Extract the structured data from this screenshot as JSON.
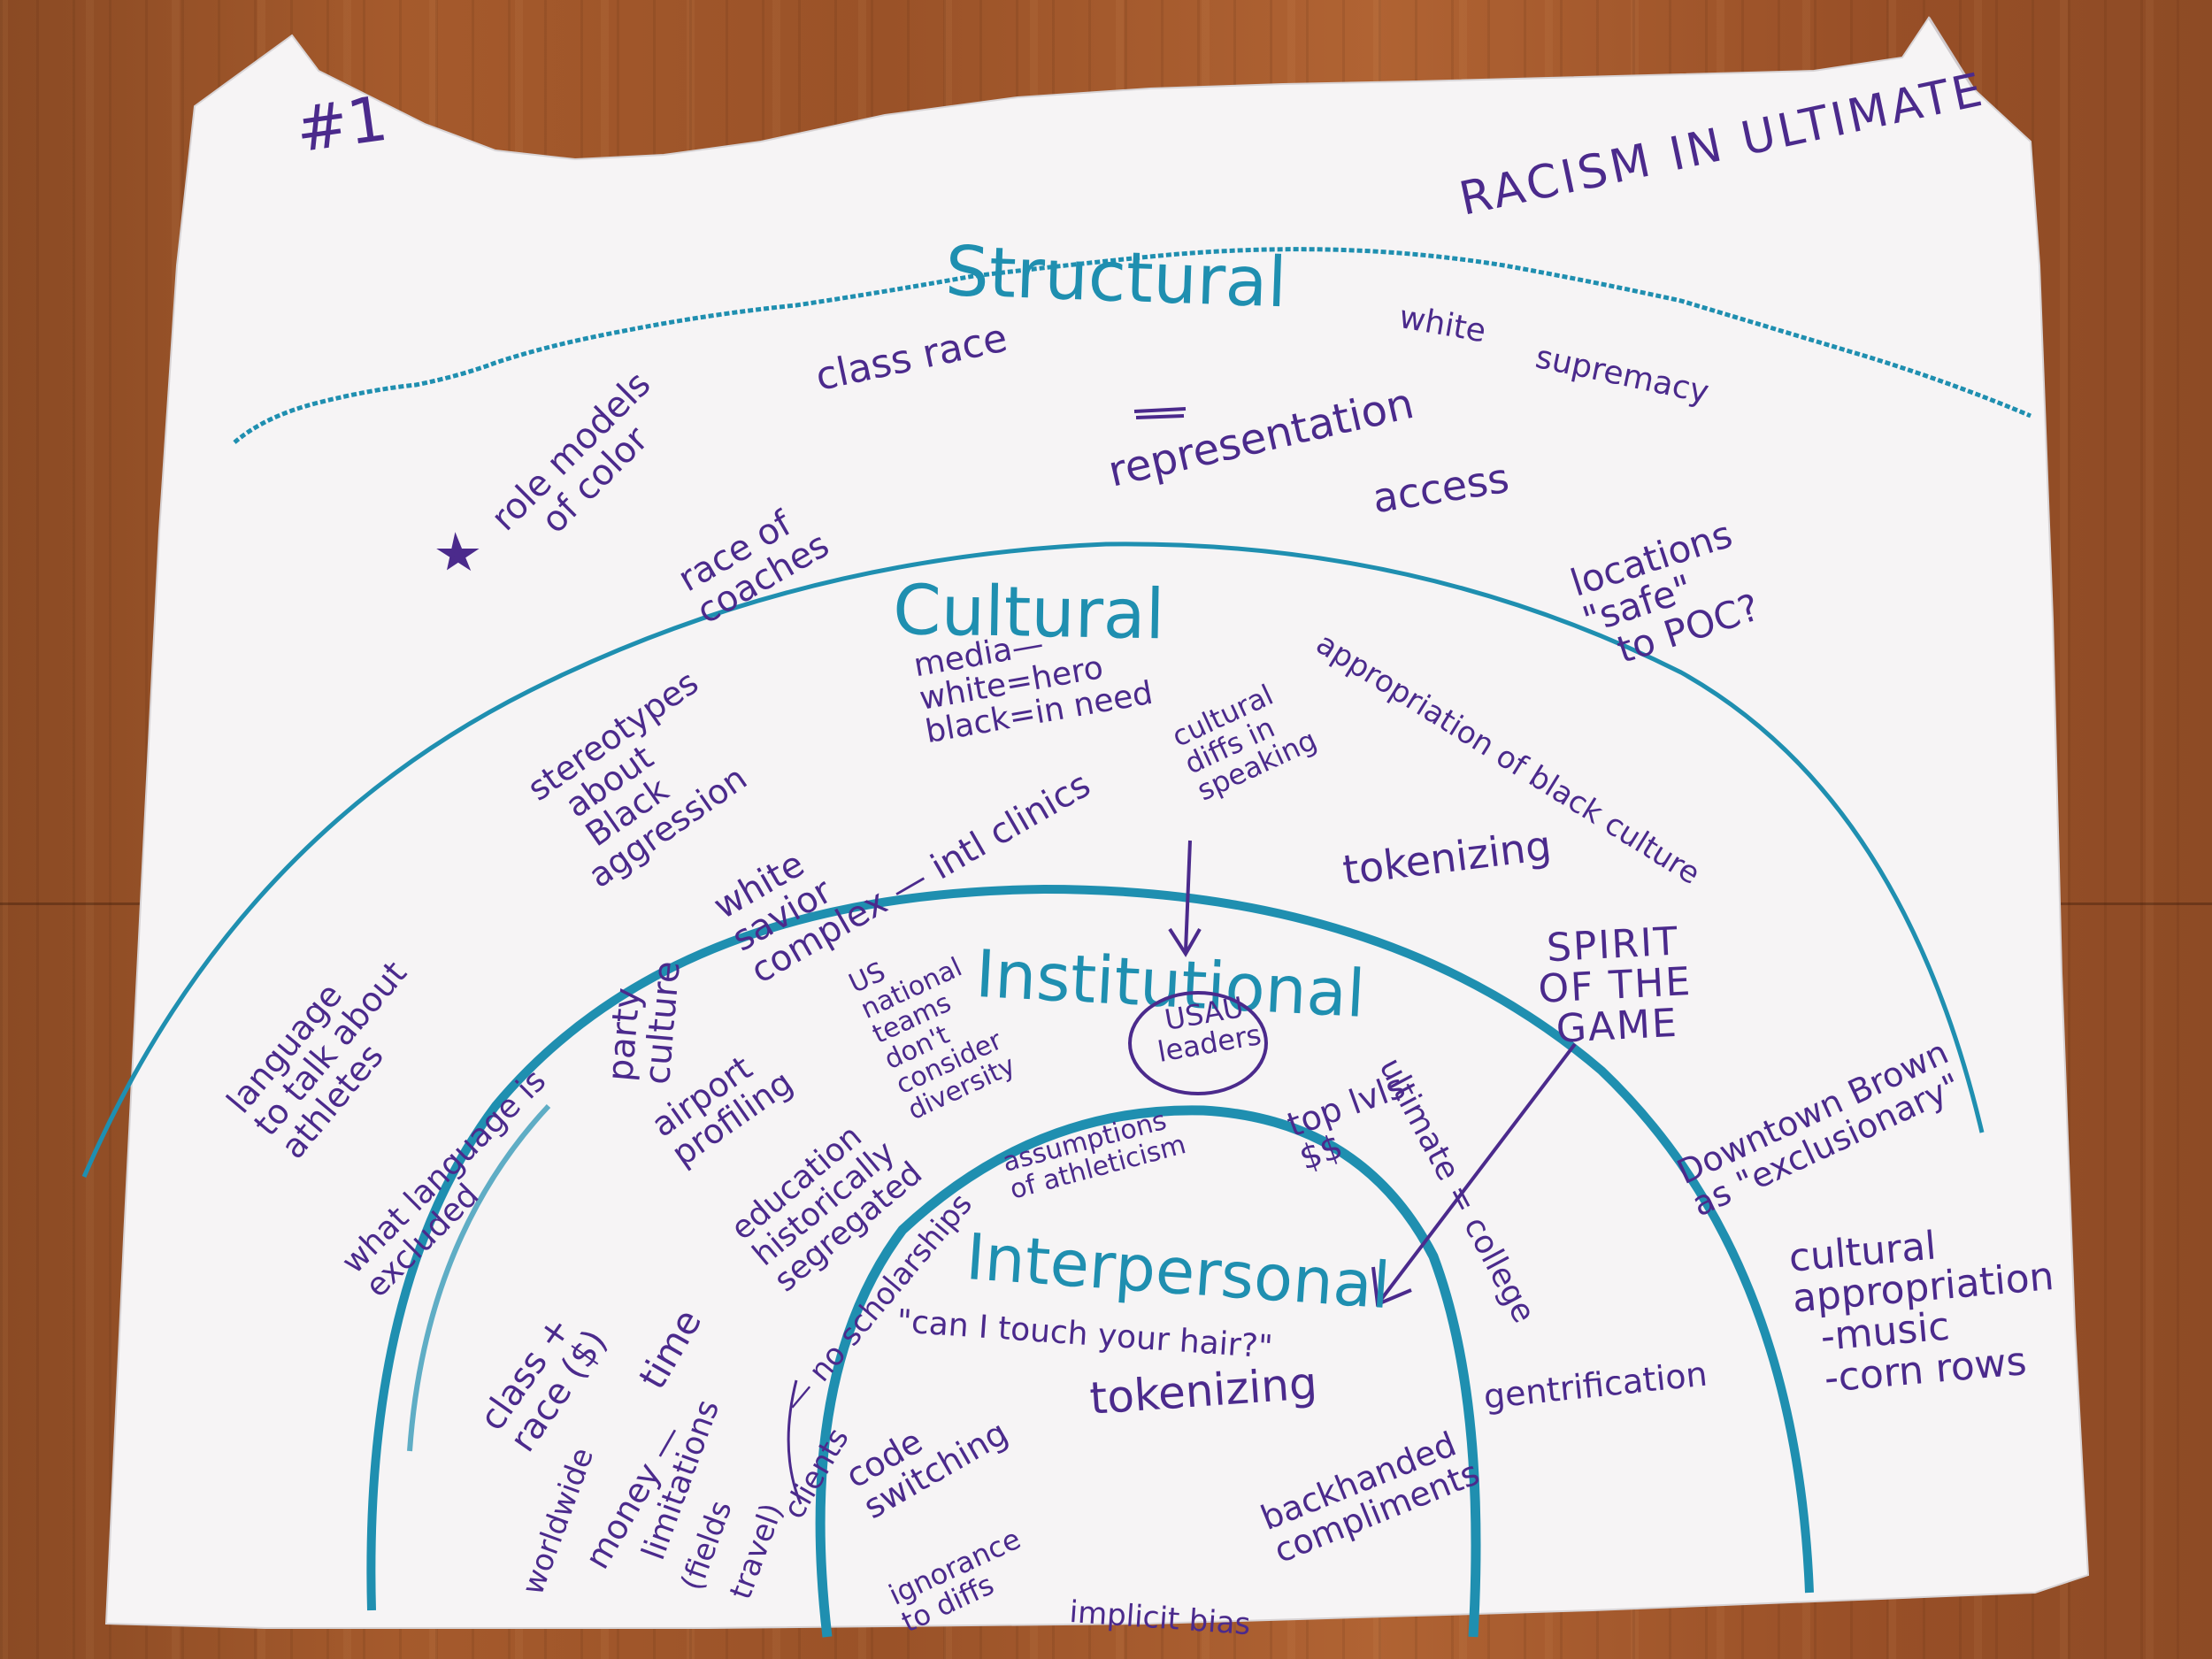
{
  "poster": {
    "number": "#1",
    "title": "RACISM  IN  ULTIMATE",
    "levels": {
      "structural": "Structural",
      "cultural": "Cultural",
      "institutional": "Institutional",
      "interpersonal": "Interpersonal"
    },
    "structural_notes": {
      "class_race": "class race",
      "white_supremacy_1": "white",
      "white_supremacy_2": "supremacy",
      "representation": "representation",
      "access": "access",
      "role_models": "role models\n   of color",
      "race_of_coaches": "race of\ncoaches",
      "locations": "locations\n\"safe\"\n  to POC?"
    },
    "cultural_notes": {
      "media": "media—\nwhite=hero\nblack=in need",
      "stereotypes": "stereotypes\n  about\n  Black\naggression",
      "appropriation_black_culture": "appropriation of black culture",
      "cultural_diffs": "cultural\ndiffs in\nspeaking",
      "tokenizing": "tokenizing",
      "white_savior": "white\nsavior\ncomplex — intl clinics",
      "language_athletes": "language\nto talk about\nathletes",
      "party_culture": "party\nculture",
      "what_language": "what language is\nexcluded",
      "downtown_brown": "Downtown Brown\nas \"exclusionary\"",
      "cultural_appropriation": "cultural\nappropriation\n  -music\n  -corn rows"
    },
    "institutional_notes": {
      "us_national_teams": "US\nnational\nteams\ndon't\nconsider\ndiversity",
      "usau_leaders": "USAU\nleaders",
      "spirit_of_the_game": "SPIRIT\nOF THE\nGAME",
      "airport_profiling": "airport\nprofiling",
      "top_lvls": "top lvls\n$$",
      "ultimate_college": "ultimate = college",
      "education": "education\nhistorically\nsegregated",
      "no_scholarships": "— no scholarships",
      "class_race_money": "class +\nrace ($)",
      "time": "time",
      "money": "money —",
      "limitations": "limitations",
      "fields": "(fields",
      "travel": "travel)",
      "worldwide": "worldwide",
      "clients": "clients",
      "gentrification": "gentrification"
    },
    "interpersonal_notes": {
      "assumptions": "assumptions\nof athleticism",
      "touch_hair": "\"can I touch your hair?\"",
      "tokenizing": "tokenizing",
      "code_switching": "code\nswitching",
      "backhanded": "backhanded\ncompliments",
      "ignorance": "ignorance\nto diffs",
      "implicit_bias": "implicit bias"
    },
    "colors": {
      "ink": "#4b2a8c",
      "marker_blue": "#1f8fb0",
      "paper": "#f6f4f5",
      "wood": "#9a5228"
    }
  }
}
